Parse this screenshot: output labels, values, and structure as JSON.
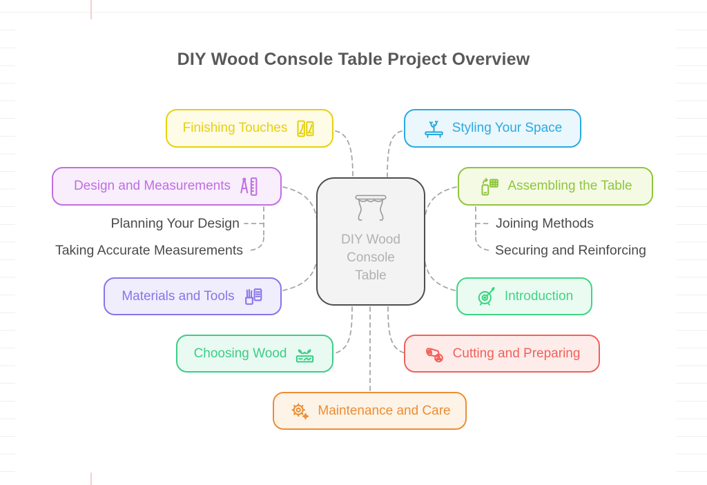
{
  "title": "DIY Wood Console Table Project Overview",
  "center": {
    "label": "DIY Wood\nConsole\nTable",
    "icon": "console-table-icon",
    "border_color": "#4d4d4d",
    "bg": "#f3f3f3",
    "text_color": "#b3b0b0",
    "icon_color": "#9b9b9b"
  },
  "nodes": [
    {
      "label": "Finishing Touches",
      "icon": "decor-panels-icon",
      "color": "#e5d10e",
      "bg": "#fefbe6"
    },
    {
      "label": "Styling Your Space",
      "icon": "plant-on-table-icon",
      "color": "#2aa9e0",
      "bg": "#eaf7fd"
    },
    {
      "label": "Design and Measurements",
      "icon": "compass-ruler-icon",
      "color": "#c06ee2",
      "bg": "#f8eefc",
      "children": [
        "Planning Your Design",
        "Taking Accurate Measurements"
      ]
    },
    {
      "label": "Assembling the Table",
      "icon": "device-assembly-icon",
      "color": "#8fc53d",
      "bg": "#f5fae5",
      "children": [
        "Joining Methods",
        "Securing and Reinforcing"
      ]
    },
    {
      "label": "Materials and Tools",
      "icon": "tools-list-icon",
      "color": "#8974e8",
      "bg": "#f0edfd"
    },
    {
      "label": "Introduction",
      "icon": "target-dart-icon",
      "color": "#3ed583",
      "bg": "#eafbf2"
    },
    {
      "label": "Choosing Wood",
      "icon": "wood-plank-icon",
      "color": "#3bcd86",
      "bg": "#e9faf2"
    },
    {
      "label": "Cutting and Preparing",
      "icon": "logs-icon",
      "color": "#f1605b",
      "bg": "#fdecea"
    },
    {
      "label": "Maintenance and Care",
      "icon": "gear-sparkle-icon",
      "color": "#ec8d33",
      "bg": "#fdf3e7"
    }
  ],
  "colors": {
    "title": "#58595b",
    "sub_label": "#4a4a4a",
    "connector": "#a6a6a6",
    "margin_line": "#f8ccd0"
  }
}
